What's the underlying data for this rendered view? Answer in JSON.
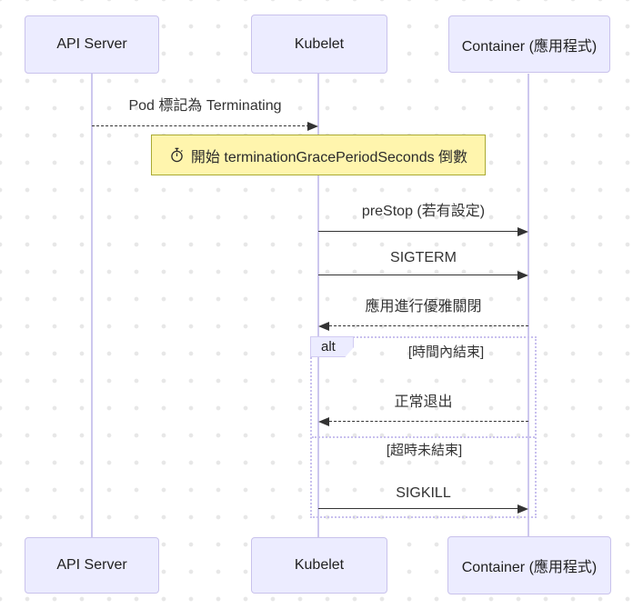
{
  "diagram": {
    "type": "sequence-diagram",
    "actors": [
      {
        "id": "api-server",
        "label": "API Server"
      },
      {
        "id": "kubelet",
        "label": "Kubelet"
      },
      {
        "id": "container",
        "label": "Container (應用程式)"
      }
    ],
    "messages": [
      {
        "from": "api-server",
        "to": "kubelet",
        "style": "dashed",
        "label": "Pod 標記為 Terminating"
      },
      {
        "from": "kubelet",
        "to": "container",
        "style": "solid",
        "label": "preStop (若有設定)"
      },
      {
        "from": "kubelet",
        "to": "container",
        "style": "solid",
        "label": "SIGTERM"
      },
      {
        "from": "container",
        "to": "kubelet",
        "style": "dashed",
        "label": "應用進行優雅關閉"
      },
      {
        "from": "container",
        "to": "kubelet",
        "style": "dashed",
        "label": "正常退出"
      },
      {
        "from": "kubelet",
        "to": "container",
        "style": "solid",
        "label": "SIGKILL"
      }
    ],
    "note": {
      "icon": "stopwatch-icon",
      "text": "開始 terminationGracePeriodSeconds 倒數"
    },
    "alt_frame": {
      "label": "alt",
      "conditions": [
        "[時間內結束]",
        "[超時未結束]"
      ]
    },
    "colors": {
      "actor_fill": "#ECECFF",
      "actor_border": "#c9c2ec",
      "lifeline": "#cdc7ee",
      "note_fill": "#fff5ad",
      "note_border": "#aaaa33",
      "arrow": "#333333",
      "frame_border": "#c8c0ee",
      "grid_dot": "#e7e7e7"
    }
  }
}
